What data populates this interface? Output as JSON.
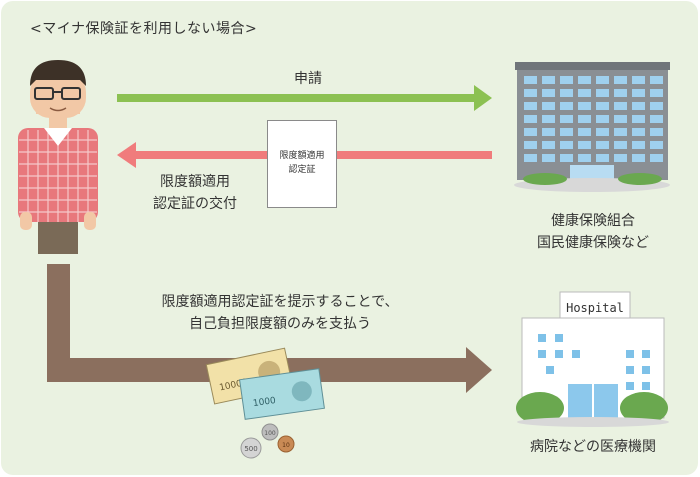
{
  "title": "<マイナ保険証を利用しない場合>",
  "labels": {
    "apply": "申請",
    "issue_line1": "限度額適用",
    "issue_line2": "認定証の交付",
    "insurer_line1": "健康保険組合",
    "insurer_line2": "国民健康保険など",
    "hospital_sign": "Hospital",
    "hospital_caption": "病院などの医療機関",
    "present_line1": "限度額適用認定証を提示することで、",
    "present_line2": "自己負担限度額のみを支払う",
    "note_line1": "限度額適用",
    "note_line2": "認定証",
    "bill_1": "10000",
    "bill_2": "1000",
    "coin_1": "100",
    "coin_2": "500",
    "coin_3": "10"
  },
  "colors": {
    "background": "#eaf2e1",
    "apply_arrow": "#8cc152",
    "issue_arrow": "#f07c7c",
    "pay_arrow": "#8b6f5e",
    "building": "#8a8f94",
    "window": "#9fd0ee",
    "hospital_window": "#7ec1e8",
    "bush": "#6aa84f"
  },
  "icons": [
    "person-icon",
    "office-building-icon",
    "hospital-building-icon",
    "money-icon"
  ]
}
